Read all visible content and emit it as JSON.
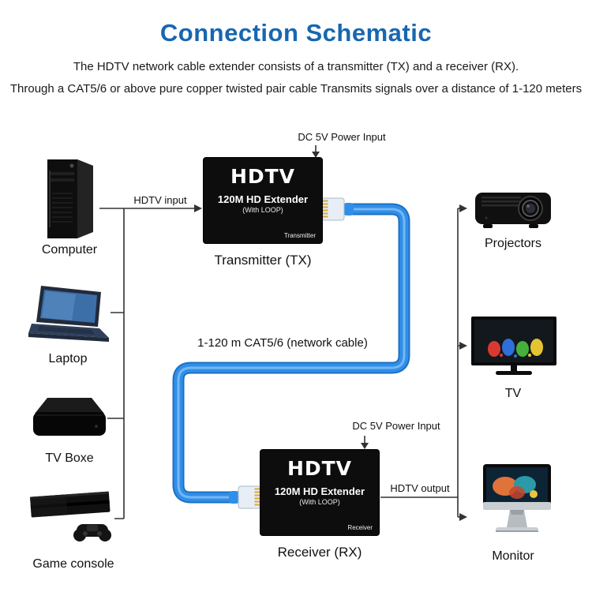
{
  "header": {
    "title": "Connection Schematic",
    "subtitle_line1": "The HDTV network cable extender consists of a transmitter (TX) and a receiver (RX).",
    "subtitle_line2": "Through a CAT5/6 or above pure copper twisted pair cable Transmits signals over a distance of 1-120 meters"
  },
  "source_devices": [
    {
      "label": "Computer"
    },
    {
      "label": "Laptop"
    },
    {
      "label": "TV Boxe"
    },
    {
      "label": "Game console"
    }
  ],
  "display_devices": [
    {
      "label": "Projectors"
    },
    {
      "label": "TV"
    },
    {
      "label": "Monitor"
    }
  ],
  "transmitter": {
    "brand": "HDTV",
    "model": "120M HD Extender",
    "loop_note": "(With LOOP)",
    "role": "Transmitter",
    "caption": "Transmitter (TX)",
    "power_label": "DC 5V Power Input",
    "signal_label": "HDTV input"
  },
  "receiver": {
    "brand": "HDTV",
    "model": "120M HD Extender",
    "loop_note": "(With LOOP)",
    "role": "Receiver",
    "caption": "Receiver (RX)",
    "power_label": "DC 5V Power Input",
    "signal_label": "HDTV output"
  },
  "cable": {
    "label": "1-120 m CAT5/6 (network cable)",
    "color": "#2f8fe9"
  },
  "colors": {
    "title_blue": "#1767b1",
    "line": "#333333",
    "box_black": "#0d0d0d",
    "cable_outline": "#1e70c0"
  }
}
